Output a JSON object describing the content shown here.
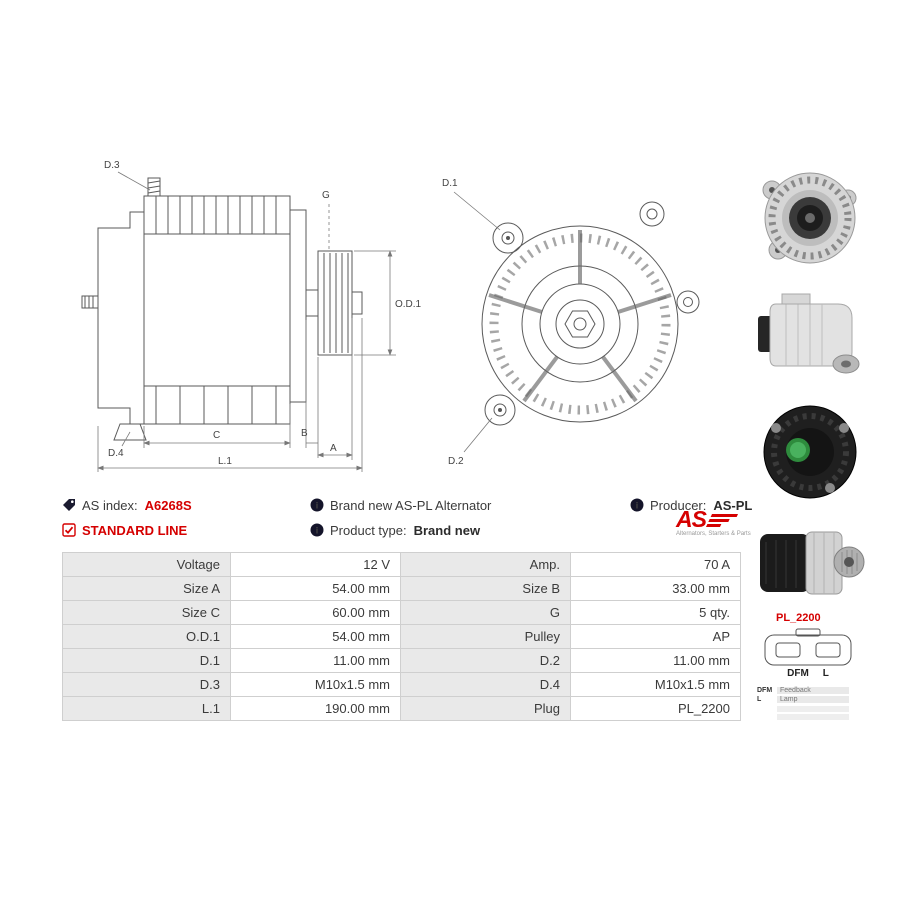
{
  "info": {
    "as_index_label": "AS index:",
    "as_index_value": "A6268S",
    "brand_new": "Brand new AS-PL Alternator",
    "producer_label": "Producer:",
    "producer_value": "AS-PL",
    "standard_line": "STANDARD LINE",
    "product_type_label": "Product type:",
    "product_type_value": "Brand new"
  },
  "logo": {
    "text": "AS",
    "tagline": "Alternators, Starters & Parts"
  },
  "diagram": {
    "side": {
      "d3": "D.3",
      "g": "G",
      "od1": "O.D.1",
      "d4": "D.4",
      "c": "C",
      "b": "B",
      "a": "A",
      "l1": "L.1"
    },
    "front": {
      "d1": "D.1",
      "d2": "D.2"
    }
  },
  "plug": {
    "name": "PL_2200",
    "pin1": "DFM",
    "pin2": "L",
    "legend": [
      {
        "code": "DFM",
        "desc": "Feedback"
      },
      {
        "code": "L",
        "desc": "Lamp"
      }
    ]
  },
  "spec_table": {
    "rows": [
      {
        "k1": "Voltage",
        "v1": "12 V",
        "k2": "Amp.",
        "v2": "70 A"
      },
      {
        "k1": "Size A",
        "v1": "54.00 mm",
        "k2": "Size B",
        "v2": "33.00 mm"
      },
      {
        "k1": "Size C",
        "v1": "60.00 mm",
        "k2": "G",
        "v2": "5 qty."
      },
      {
        "k1": "O.D.1",
        "v1": "54.00 mm",
        "k2": "Pulley",
        "v2": "AP"
      },
      {
        "k1": "D.1",
        "v1": "11.00 mm",
        "k2": "D.2",
        "v2": "11.00 mm"
      },
      {
        "k1": "D.3",
        "v1": "M10x1.5 mm",
        "k2": "D.4",
        "v2": "M10x1.5 mm"
      },
      {
        "k1": "L.1",
        "v1": "190.00 mm",
        "k2": "Plug",
        "v2": "PL_2200"
      }
    ]
  },
  "colors": {
    "accent_red": "#d50000",
    "table_label_bg": "#e9e9e9",
    "table_border": "#cfcfcf",
    "text": "#3b3b3b"
  }
}
